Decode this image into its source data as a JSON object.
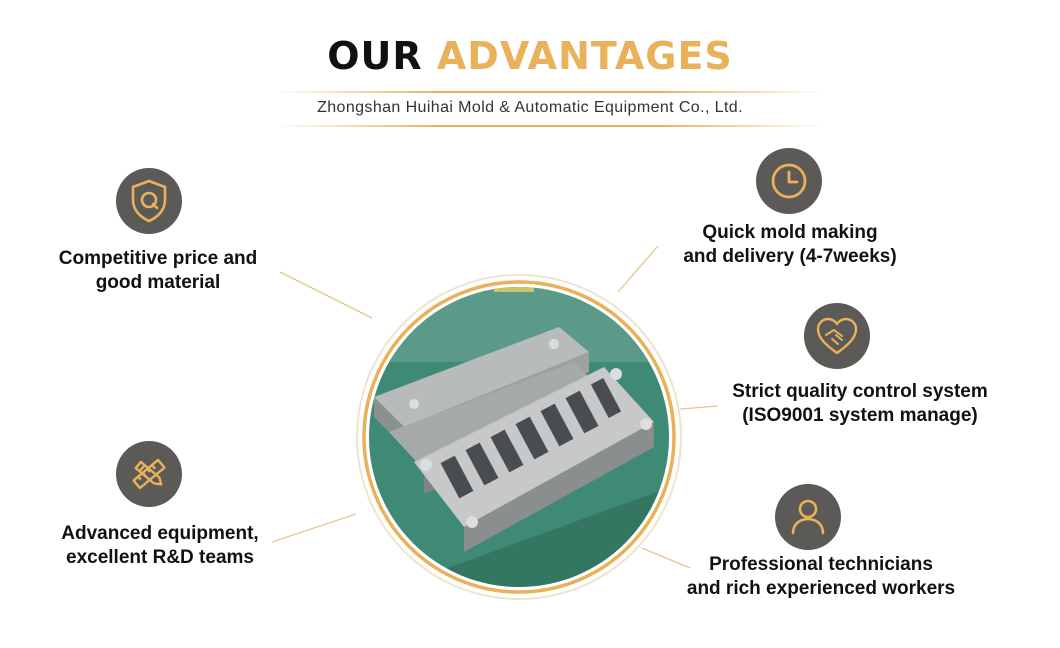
{
  "header": {
    "title_dark": "OUR",
    "title_gold": "ADVANTAGES",
    "subtitle": "Zhongshan Huihai Mold & Automatic Equipment Co., Ltd."
  },
  "advantages": [
    {
      "icon": "shield-q-icon",
      "line1": "Competitive price and",
      "line2": "good material"
    },
    {
      "icon": "clock-icon",
      "line1": "Quick mold making",
      "line2": "and delivery (4-7weeks)"
    },
    {
      "icon": "handshake-heart-icon",
      "line1": "Strict quality control system",
      "line2": "(ISO9001 system manage)"
    },
    {
      "icon": "pencil-ruler-icon",
      "line1": "Advanced equipment,",
      "line2": "excellent R&D teams"
    },
    {
      "icon": "user-icon",
      "line1": "Professional technicians",
      "line2": "and rich experienced workers"
    }
  ],
  "colors": {
    "accent_gold": "#e8b15a",
    "icon_circle": "#5c5a57",
    "text": "#111111"
  }
}
